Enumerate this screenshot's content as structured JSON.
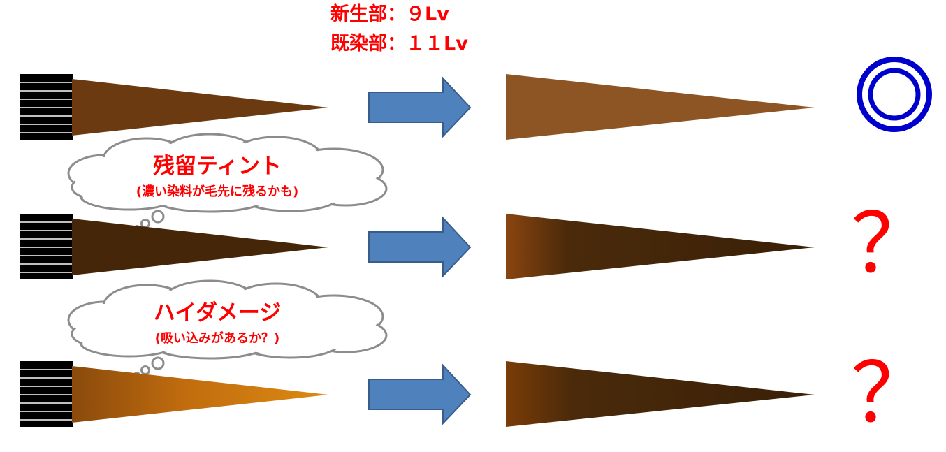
{
  "header": {
    "new_growth": "新生部：９Lv",
    "pre_dyed": "既染部：１１Lv"
  },
  "bubbles": [
    {
      "title": "残留ティント",
      "subtitle": "(濃い染料が毛先に残るかも)"
    },
    {
      "title": "ハイダメージ",
      "subtitle": "(吸い込みがあるか？)"
    }
  ],
  "results": [
    "◎",
    "？",
    "？"
  ],
  "colors": {
    "text_red": "#ff0000",
    "arrow_fill": "#4f81bd",
    "arrow_stroke": "#385d8a",
    "result_circle": "#0000cc",
    "root_black": "#000000",
    "row1_before": "#6b3a10",
    "row1_after": "#8c5523",
    "row2_before": "#452608",
    "row2_after_dark": "#3d2108",
    "row3_before_light": "#d27d10",
    "row3_before_dark": "#8a4a0c"
  }
}
